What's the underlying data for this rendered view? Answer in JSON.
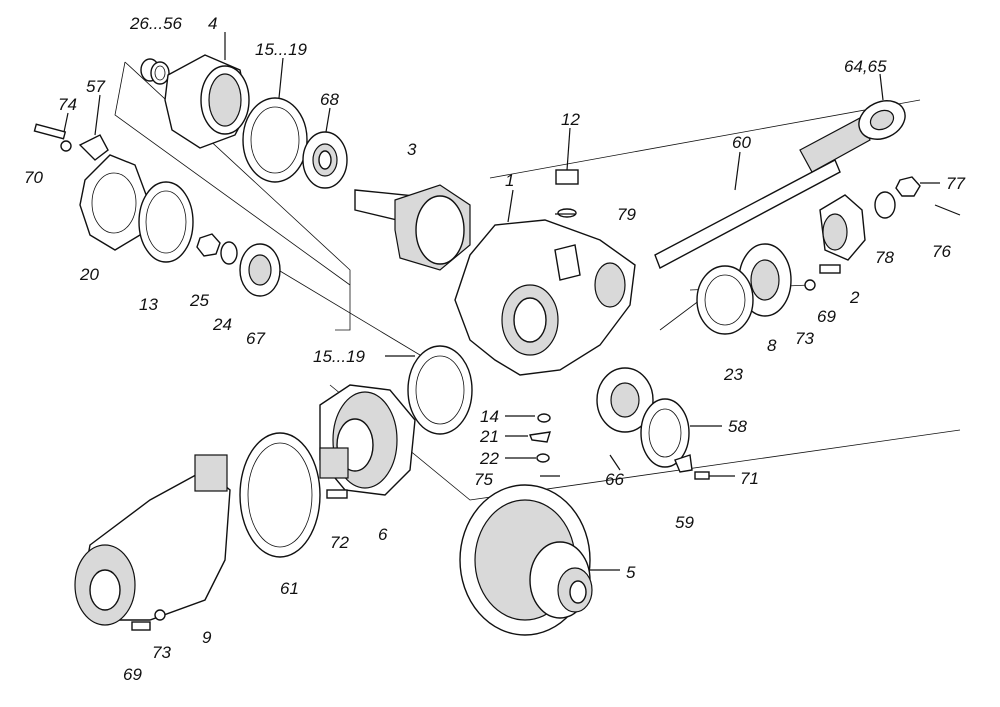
{
  "diagram": {
    "kind": "exploded-assembly",
    "callouts": [
      {
        "id": "c26",
        "text": "26...56"
      },
      {
        "id": "c4",
        "text": "4"
      },
      {
        "id": "c15a",
        "text": "15...19"
      },
      {
        "id": "c68",
        "text": "68"
      },
      {
        "id": "c57",
        "text": "57"
      },
      {
        "id": "c74",
        "text": "74"
      },
      {
        "id": "c70",
        "text": "70"
      },
      {
        "id": "c20",
        "text": "20"
      },
      {
        "id": "c13",
        "text": "13"
      },
      {
        "id": "c25",
        "text": "25"
      },
      {
        "id": "c24",
        "text": "24"
      },
      {
        "id": "c67",
        "text": "67"
      },
      {
        "id": "c3",
        "text": "3"
      },
      {
        "id": "c12",
        "text": "12"
      },
      {
        "id": "c79",
        "text": "79"
      },
      {
        "id": "c1",
        "text": "1"
      },
      {
        "id": "c60",
        "text": "60"
      },
      {
        "id": "c6465",
        "text": "64,65"
      },
      {
        "id": "c77",
        "text": "77"
      },
      {
        "id": "c76",
        "text": "76"
      },
      {
        "id": "c78",
        "text": "78"
      },
      {
        "id": "c2",
        "text": "2"
      },
      {
        "id": "c69a",
        "text": "69"
      },
      {
        "id": "c73a",
        "text": "73"
      },
      {
        "id": "c8",
        "text": "8"
      },
      {
        "id": "c23",
        "text": "23"
      },
      {
        "id": "c15b",
        "text": "15...19"
      },
      {
        "id": "c14",
        "text": "14"
      },
      {
        "id": "c21",
        "text": "21"
      },
      {
        "id": "c22",
        "text": "22"
      },
      {
        "id": "c75",
        "text": "75"
      },
      {
        "id": "c66",
        "text": "66"
      },
      {
        "id": "c58",
        "text": "58"
      },
      {
        "id": "c71",
        "text": "71"
      },
      {
        "id": "c59",
        "text": "59"
      },
      {
        "id": "c5",
        "text": "5"
      },
      {
        "id": "c6",
        "text": "6"
      },
      {
        "id": "c72",
        "text": "72"
      },
      {
        "id": "c61",
        "text": "61"
      },
      {
        "id": "c9",
        "text": "9"
      },
      {
        "id": "c69b",
        "text": "69"
      },
      {
        "id": "c73b",
        "text": "73"
      }
    ]
  }
}
